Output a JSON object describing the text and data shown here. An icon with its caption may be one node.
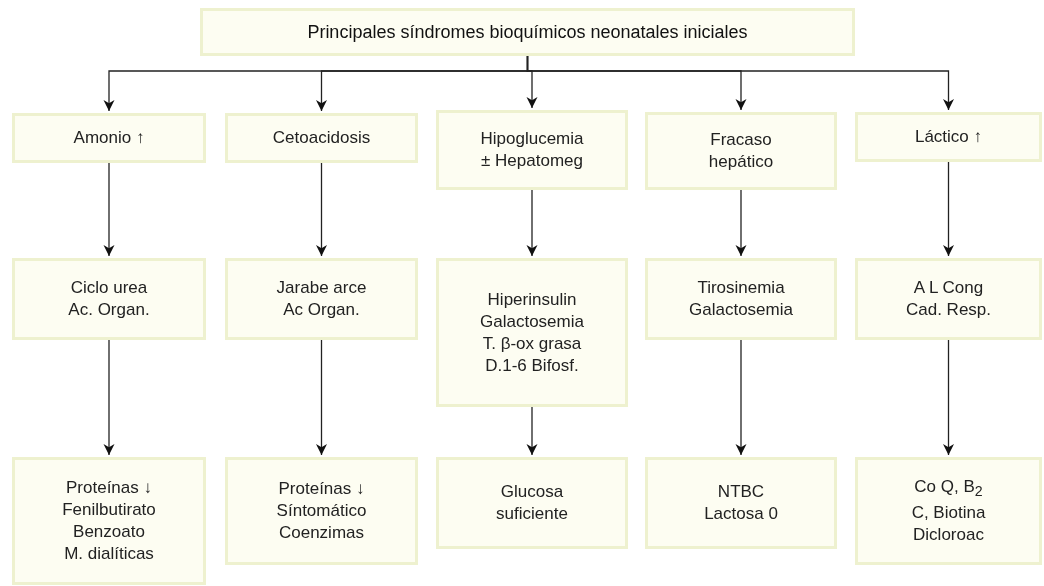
{
  "diagram": {
    "nodes": [
      {
        "text": [
          "Principales síndromes bioquímicos neonatales iniciales"
        ]
      },
      {
        "text": [
          "Amonio ↑"
        ]
      },
      {
        "text": [
          "Cetoacidosis"
        ]
      },
      {
        "text": [
          "Hipoglucemia ± Hepatomeg"
        ]
      },
      {
        "text": [
          "Fracaso hepático"
        ]
      },
      {
        "text": [
          "Láctico ↑"
        ]
      },
      {
        "text": [
          "Ciclo urea",
          "Ac. Organ."
        ]
      },
      {
        "text": [
          "Jarabe arce",
          "Ac Organ."
        ]
      },
      {
        "text": [
          "Hiperinsulin",
          "Galactosemia",
          "T. β-ox grasa",
          "D.1-6 Bifosf."
        ]
      },
      {
        "text": [
          "Tirosinemia",
          "Galactosemia"
        ]
      },
      {
        "text": [
          "A L Cong",
          "Cad. Resp."
        ]
      },
      {
        "text": [
          "Proteínas ↓",
          "Fenilbutirato",
          "Benzoato",
          "M. dialíticas"
        ]
      },
      {
        "text": [
          "Proteínas ↓",
          "Síntomático",
          "Coenzimas"
        ]
      },
      {
        "text": [
          "Glucosa",
          "suficiente"
        ]
      },
      {
        "text": [
          "NTBC",
          "Lactosa 0"
        ]
      },
      {
        "text": [
          "Co Q, B$_{2}$",
          "C, Biotina",
          "Dicloroac"
        ]
      }
    ],
    "edges": [
      {
        "from": 0,
        "to": 1,
        "arrow": "to"
      },
      {
        "from": 0,
        "to": 2,
        "arrow": "to"
      },
      {
        "from": 0,
        "to": 3,
        "arrow": "to"
      },
      {
        "from": 0,
        "to": 4,
        "arrow": "to"
      },
      {
        "from": 0,
        "to": 5,
        "arrow": "to"
      },
      {
        "from": 1,
        "to": 6,
        "arrow": "to"
      },
      {
        "from": 2,
        "to": 7,
        "arrow": "to"
      },
      {
        "from": 3,
        "to": 8,
        "arrow": "to"
      },
      {
        "from": 4,
        "to": 9,
        "arrow": "to"
      },
      {
        "from": 5,
        "to": 10,
        "arrow": "to"
      },
      {
        "from": 6,
        "to": 11,
        "arrow": "to"
      },
      {
        "from": 7,
        "to": 12,
        "arrow": "to"
      },
      {
        "from": 8,
        "to": 13,
        "arrow": "to"
      },
      {
        "from": 9,
        "to": 14,
        "arrow": "to"
      },
      {
        "from": 10,
        "to": 15,
        "arrow": "to"
      }
    ]
  }
}
